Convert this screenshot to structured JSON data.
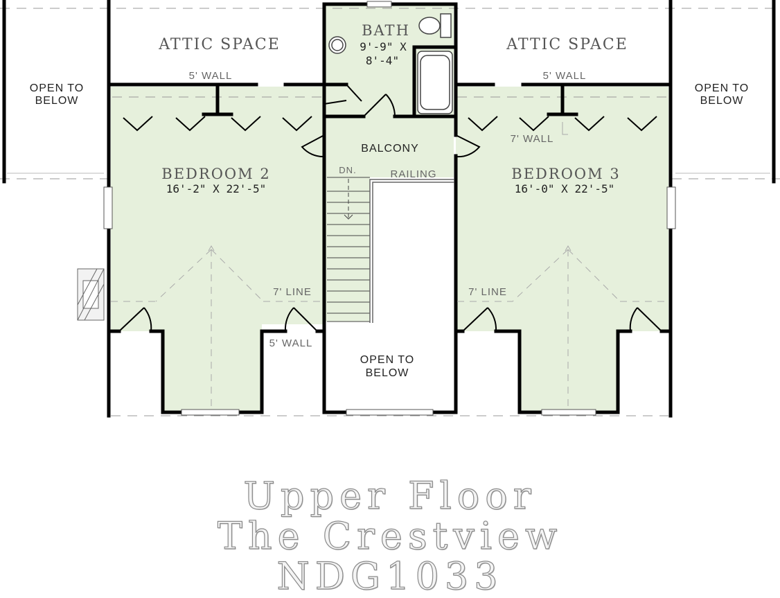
{
  "plan": {
    "rooms": {
      "attic_left": "ATTIC SPACE",
      "attic_right": "ATTIC SPACE",
      "bath_name": "BATH",
      "bath_dim_1": "9'-9\" X",
      "bath_dim_2": "8'-4\"",
      "balcony": "BALCONY",
      "bedroom2_name": "BEDROOM 2",
      "bedroom2_dim": "16'-2\" X 22'-5\"",
      "bedroom3_name": "BEDROOM 3",
      "bedroom3_dim": "16'-0\" X 22'-5\"",
      "open_left_1": "OPEN TO",
      "open_left_2": "BELOW",
      "open_right_1": "OPEN TO",
      "open_right_2": "BELOW",
      "open_center_1": "OPEN TO",
      "open_center_2": "BELOW"
    },
    "notes": {
      "wall5_left": "5' WALL",
      "wall5_right": "5' WALL",
      "wall5_bottom": "5' WALL",
      "wall7_right": "7' WALL",
      "line7_left": "7' LINE",
      "line7_right": "7' LINE",
      "stair_dn": "DN.",
      "railing": "RAILING"
    },
    "colors": {
      "fill": "#e6f0dc",
      "wall": "#000000"
    }
  },
  "title": {
    "line1": "Upper Floor",
    "line2": "The Crestview",
    "line3": "NDG1033"
  }
}
